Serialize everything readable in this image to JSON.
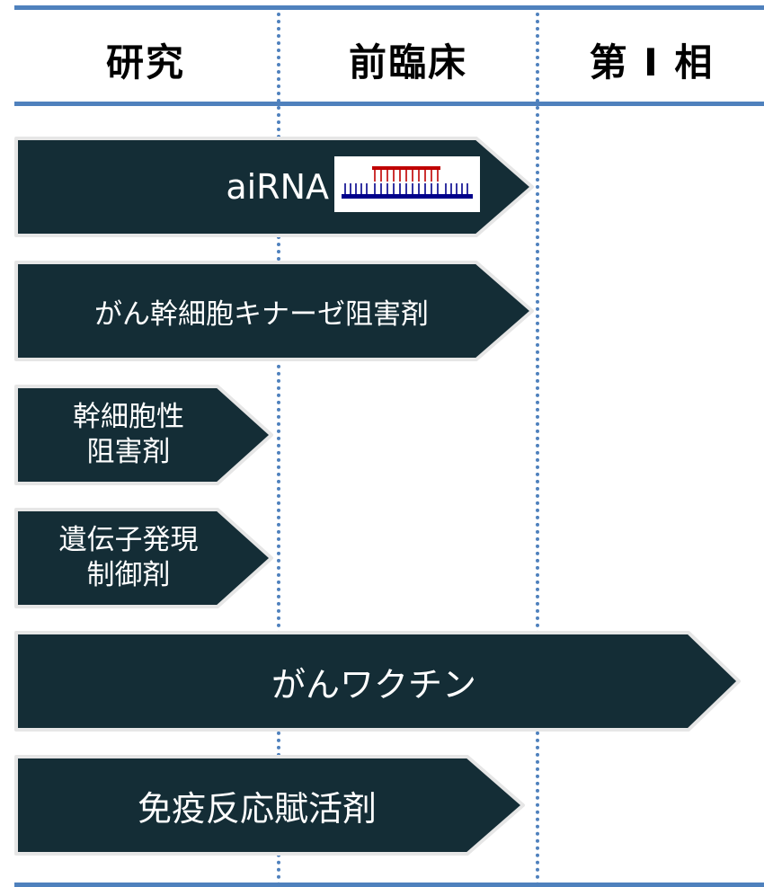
{
  "colors": {
    "arrow_fill": "#142d36",
    "arrow_outline": "#e6e6e6",
    "rule_color": "#4f81bd",
    "strand_top": "#c00000",
    "strand_bottom": "#00008b"
  },
  "header": {
    "research": "研究",
    "preclinical": "前臨床",
    "phase1": "第 I 相"
  },
  "pipeline": [
    {
      "label": "aiRNA",
      "icon": "rna-duplex-icon"
    },
    {
      "label": "がん幹細胞キナーゼ阻害剤"
    },
    {
      "label_line1": "幹細胞性",
      "label_line2": "阻害剤"
    },
    {
      "label_line1": "遺伝子発現",
      "label_line2": "制御剤"
    },
    {
      "label": "がんワクチン"
    },
    {
      "label": "免疫反応賦活剤"
    }
  ]
}
